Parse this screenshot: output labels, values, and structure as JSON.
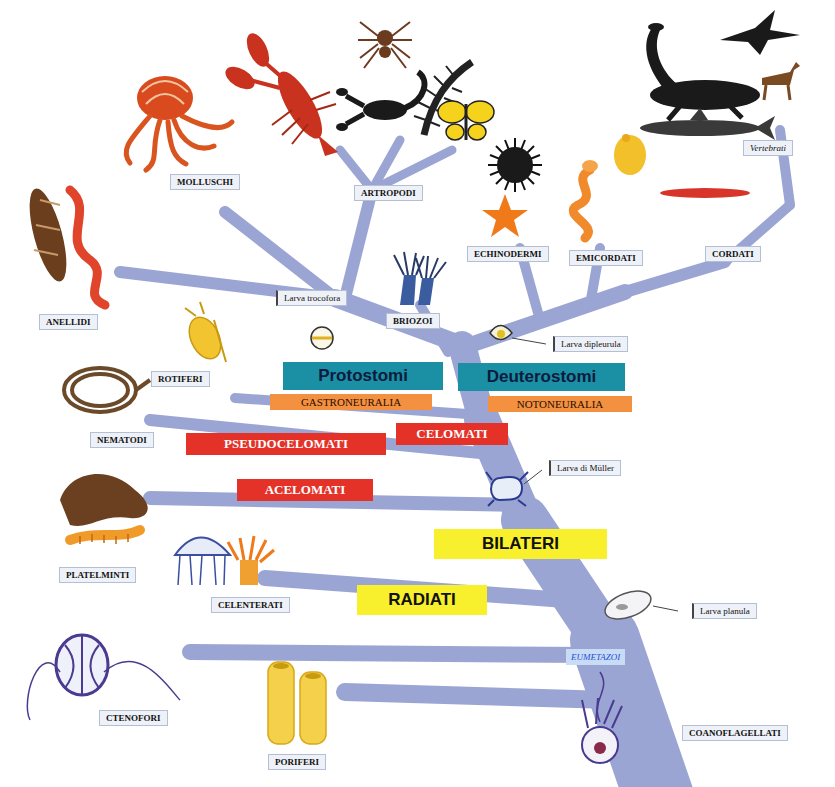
{
  "diagram": {
    "nodes": [
      {
        "text": [
          "Vertebrati"
        ]
      },
      {
        "text": [
          "MOLLUSCHI"
        ]
      },
      {
        "text": [
          "ARTROPODI"
        ]
      },
      {
        "text": [
          "ECHINODERMI"
        ]
      },
      {
        "text": [
          "CORDATI"
        ]
      },
      {
        "text": [
          "EMICORDATI"
        ]
      },
      {
        "text": [
          "Larva trocofora"
        ]
      },
      {
        "text": [
          "ANELLIDI"
        ]
      },
      {
        "text": [
          "BRIOZOI"
        ]
      },
      {
        "text": [
          "Larva dipleurula"
        ]
      },
      {
        "text": [
          "Protostomi"
        ]
      },
      {
        "text": [
          "Deuterostomi"
        ]
      },
      {
        "text": [
          "ROTIFERI"
        ]
      },
      {
        "text": [
          "GASTRONEURALIA"
        ]
      },
      {
        "text": [
          "NOTONEURALIA"
        ]
      },
      {
        "text": [
          "CELOMATI"
        ]
      },
      {
        "text": [
          "NEMATODI"
        ]
      },
      {
        "text": [
          "PSEUDOCELOMATI"
        ]
      },
      {
        "text": [
          "Larva di Müller"
        ]
      },
      {
        "text": [
          "ACELOMATI"
        ]
      },
      {
        "text": [
          "BILATERI"
        ]
      },
      {
        "text": [
          "PLATELMINTI"
        ]
      },
      {
        "text": [
          "RADIATI"
        ]
      },
      {
        "text": [
          "CELENTERATI"
        ]
      },
      {
        "text": [
          "Larva planula"
        ]
      },
      {
        "text": [
          "EUMETAZOI"
        ]
      },
      {
        "text": [
          "CTENOFORI"
        ]
      },
      {
        "text": [
          "COANOFLAGELLATI"
        ]
      },
      {
        "text": [
          "PORIFERI"
        ]
      }
    ]
  }
}
